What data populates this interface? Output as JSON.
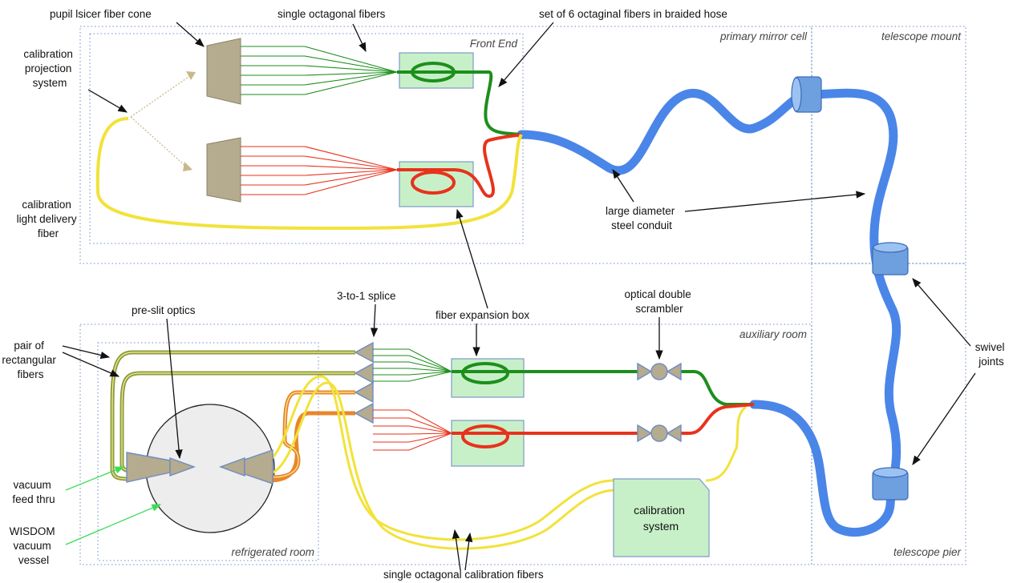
{
  "zones": {
    "front_end": "Front End",
    "primary_mirror_cell": "primary mirror cell",
    "telescope_mount": "telescope mount",
    "auxiliary_room": "auxiliary room",
    "refrigerated_room": "refrigerated room",
    "telescope_pier": "telescope pier"
  },
  "labels": {
    "pupil_slicer_cone": "pupil lsicer fiber cone",
    "single_octagonal_fibers": "single octagonal fibers",
    "set_of_6": "set of 6 octaginal fibers in braided hose",
    "calib_projection": [
      "calibration",
      "projection",
      "system"
    ],
    "calib_delivery": [
      "calibration",
      "light delivery",
      "fiber"
    ],
    "large_conduit": [
      "large diameter",
      "steel conduit"
    ],
    "splice": "3-to-1 splice",
    "pre_slit": "pre-slit optics",
    "fiber_expansion_box": "fiber expansion box",
    "optical_scrambler": [
      "optical double",
      "scrambler"
    ],
    "pair_rect": [
      "pair of",
      "rectangular",
      "fibers"
    ],
    "swivel_joints": [
      "swivel",
      "joints"
    ],
    "vacuum_feed": [
      "vacuum",
      "feed thru"
    ],
    "wisdom": [
      "WISDOM",
      "vacuum",
      "vessel"
    ],
    "calib_system": [
      "calibration",
      "system"
    ],
    "single_calib_fibers": "single octagonal calibration fibers"
  },
  "colors": {
    "green_fiber": "#1c8f1c",
    "red_fiber": "#e8321c",
    "yellow_fiber": "#f2e23a",
    "orange_fiber": "#e8862a",
    "olive_fiber": "#8c9c3c",
    "conduit_blue": "#4a86e8",
    "box_green": "#c8f0c8",
    "cone_tan": "#b5ab8e",
    "zone_border": "#8aa4d6"
  }
}
